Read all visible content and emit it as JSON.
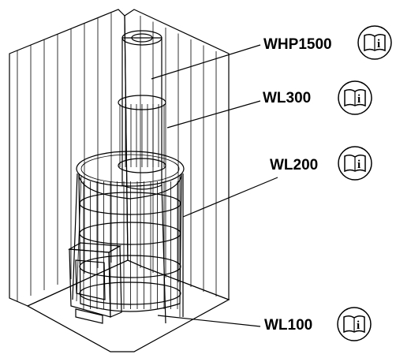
{
  "colors": {
    "wall": "#c9c9c9",
    "floor": "#d6d6d6",
    "metal_dark": "#7f7f7f",
    "metal_mid": "#9d9d9d",
    "metal_light": "#bdbdbd",
    "glass": "#5c5c5c",
    "outline": "#000000"
  },
  "callouts": [
    {
      "id": "whp1500",
      "label": "WHP1500",
      "icon": "manual-info-icon"
    },
    {
      "id": "wl300",
      "label": "WL300",
      "icon": "manual-info-icon"
    },
    {
      "id": "wl200",
      "label": "WL200",
      "icon": "manual-info-icon"
    },
    {
      "id": "wl100",
      "label": "WL100",
      "icon": "manual-info-icon"
    }
  ]
}
